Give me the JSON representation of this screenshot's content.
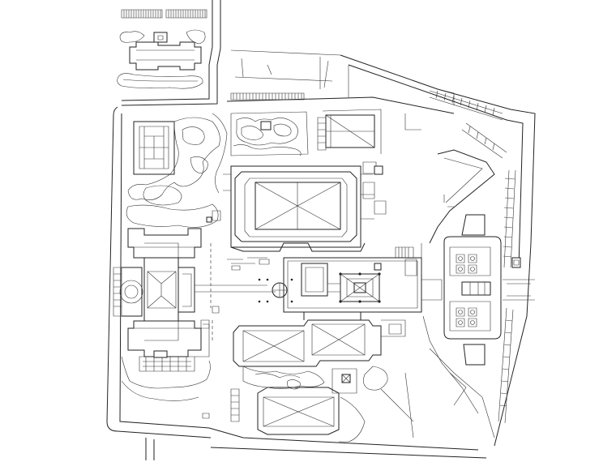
{
  "drawing": {
    "kind": "site-plan",
    "line_color": "#222222",
    "background": "#ffffff",
    "elements": [
      "north-residence",
      "tennis-court",
      "main-hall",
      "west-complex",
      "central-courtyard",
      "south-halls",
      "east-parking-area",
      "rock-garden",
      "perimeter-road"
    ]
  }
}
